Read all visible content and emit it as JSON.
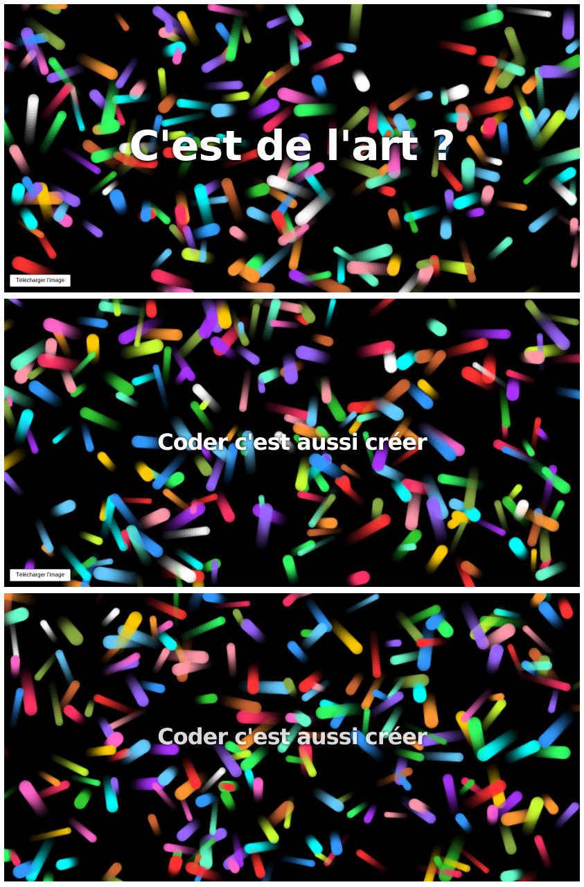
{
  "panels": [
    {
      "title": "C'est de l'art ?",
      "button": "Télécharger l'image",
      "seed": 11
    },
    {
      "title": "Coder c'est aussi créer",
      "button": "Télécharger l'image",
      "seed": 29
    },
    {
      "title": "Coder c'est aussi créer",
      "seed": 47
    }
  ],
  "background_color": "#000000"
}
